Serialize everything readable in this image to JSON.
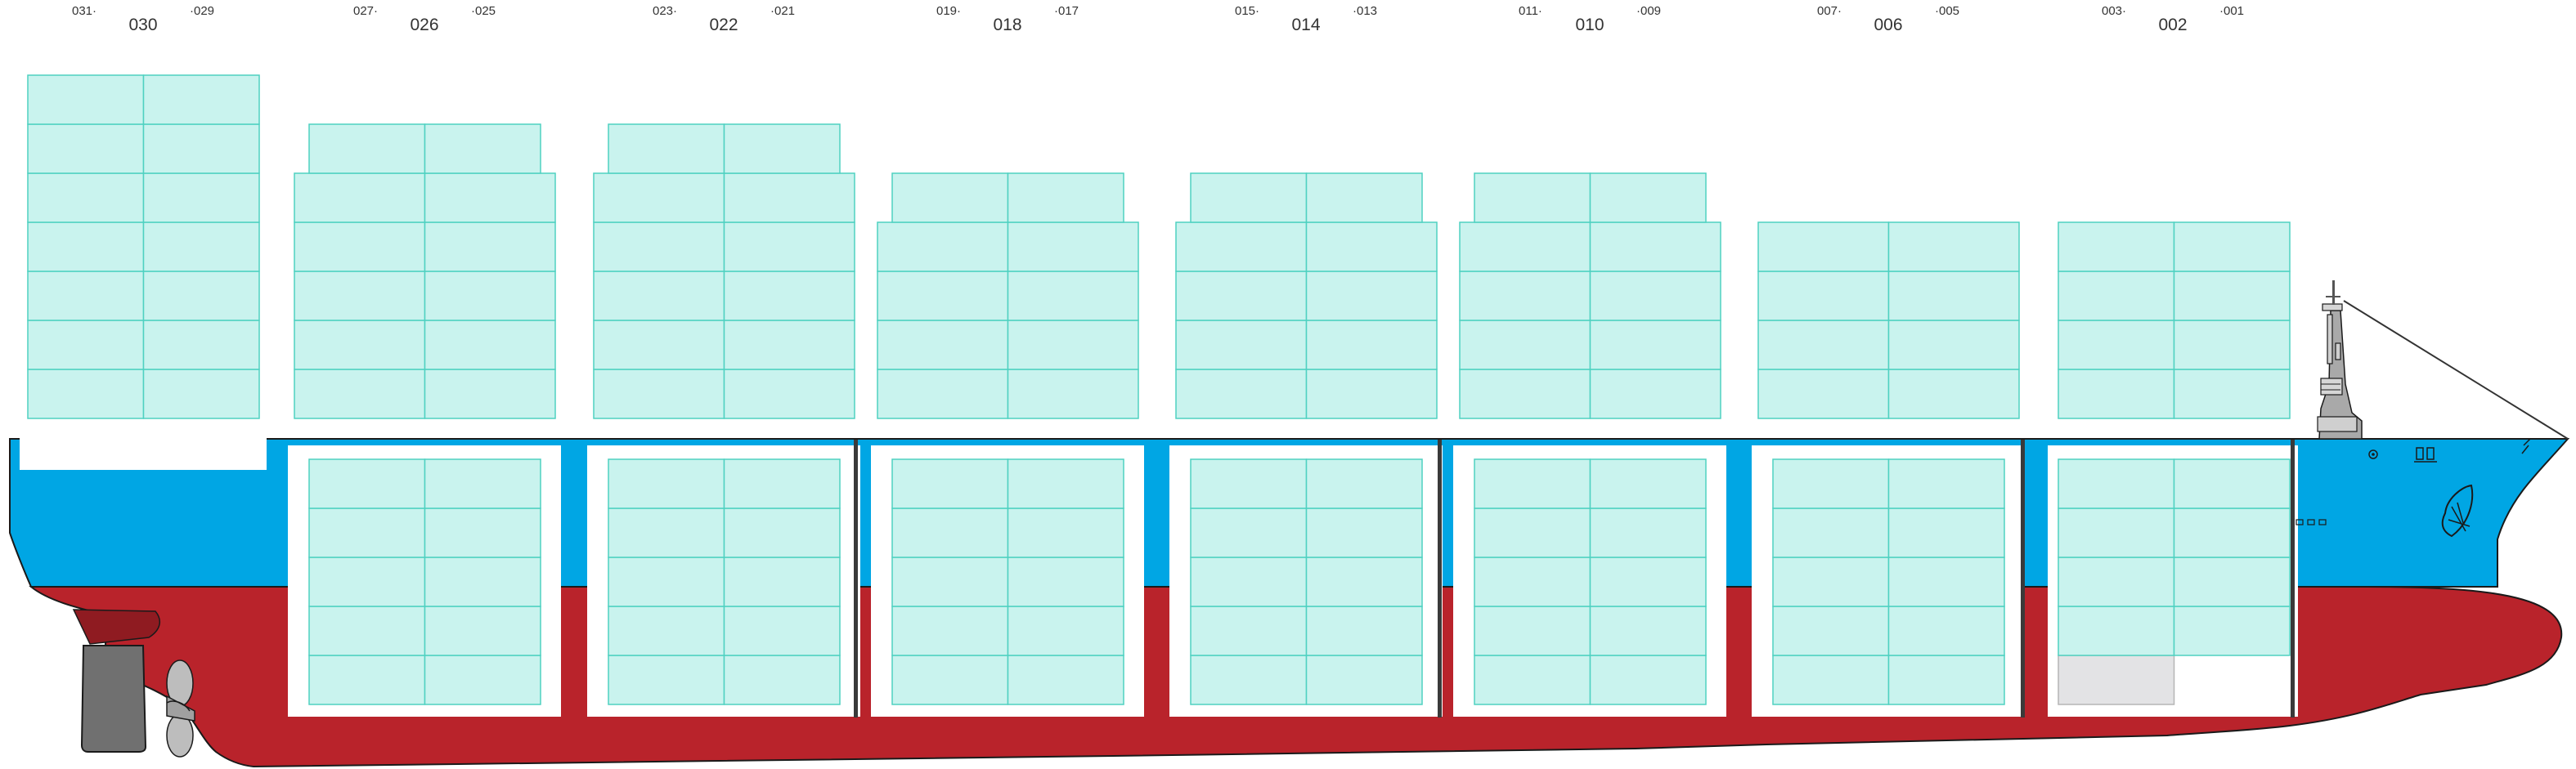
{
  "colors": {
    "hull_blue": "#00a6e4",
    "hull_red": "#b9232b",
    "hull_outline": "#1a1a1a",
    "hold_white": "#ffffff",
    "container_fill": "#c9f3ee",
    "container_stroke": "#4fd1c1",
    "empty_slot_fill": "#e3e3e5",
    "empty_slot_stroke": "#b5b5b5",
    "bulkhead": "#3a3a3a",
    "superstructure_grey": "#a9a9a9",
    "propeller_grey": "#bdbdbd",
    "rudder_grey": "#707070"
  },
  "bays": [
    {
      "label": "030",
      "fwd": "031·",
      "aft": "·029"
    },
    {
      "label": "026",
      "fwd": "027·",
      "aft": "·025"
    },
    {
      "label": "022",
      "fwd": "023·",
      "aft": "·021"
    },
    {
      "label": "018",
      "fwd": "019·",
      "aft": "·017"
    },
    {
      "label": "014",
      "fwd": "015·",
      "aft": "·013"
    },
    {
      "label": "010",
      "fwd": "011·",
      "aft": "·009"
    },
    {
      "label": "006",
      "fwd": "007·",
      "aft": "·005"
    },
    {
      "label": "002",
      "fwd": "003·",
      "aft": "·001"
    }
  ],
  "deck_tiers": [
    7,
    6,
    6,
    5,
    5,
    5,
    4,
    4
  ],
  "hold_tiers": [
    0,
    5,
    5,
    5,
    5,
    5,
    5,
    5
  ],
  "empty_hold_slots": [
    {
      "bay": 7,
      "tier": 0,
      "side": 0
    }
  ],
  "icons": {
    "mast": "mast-icon",
    "bridge": "bridge-icon",
    "anchor": "anchor-icon",
    "propeller": "propeller-icon",
    "rudder": "rudder-icon"
  }
}
